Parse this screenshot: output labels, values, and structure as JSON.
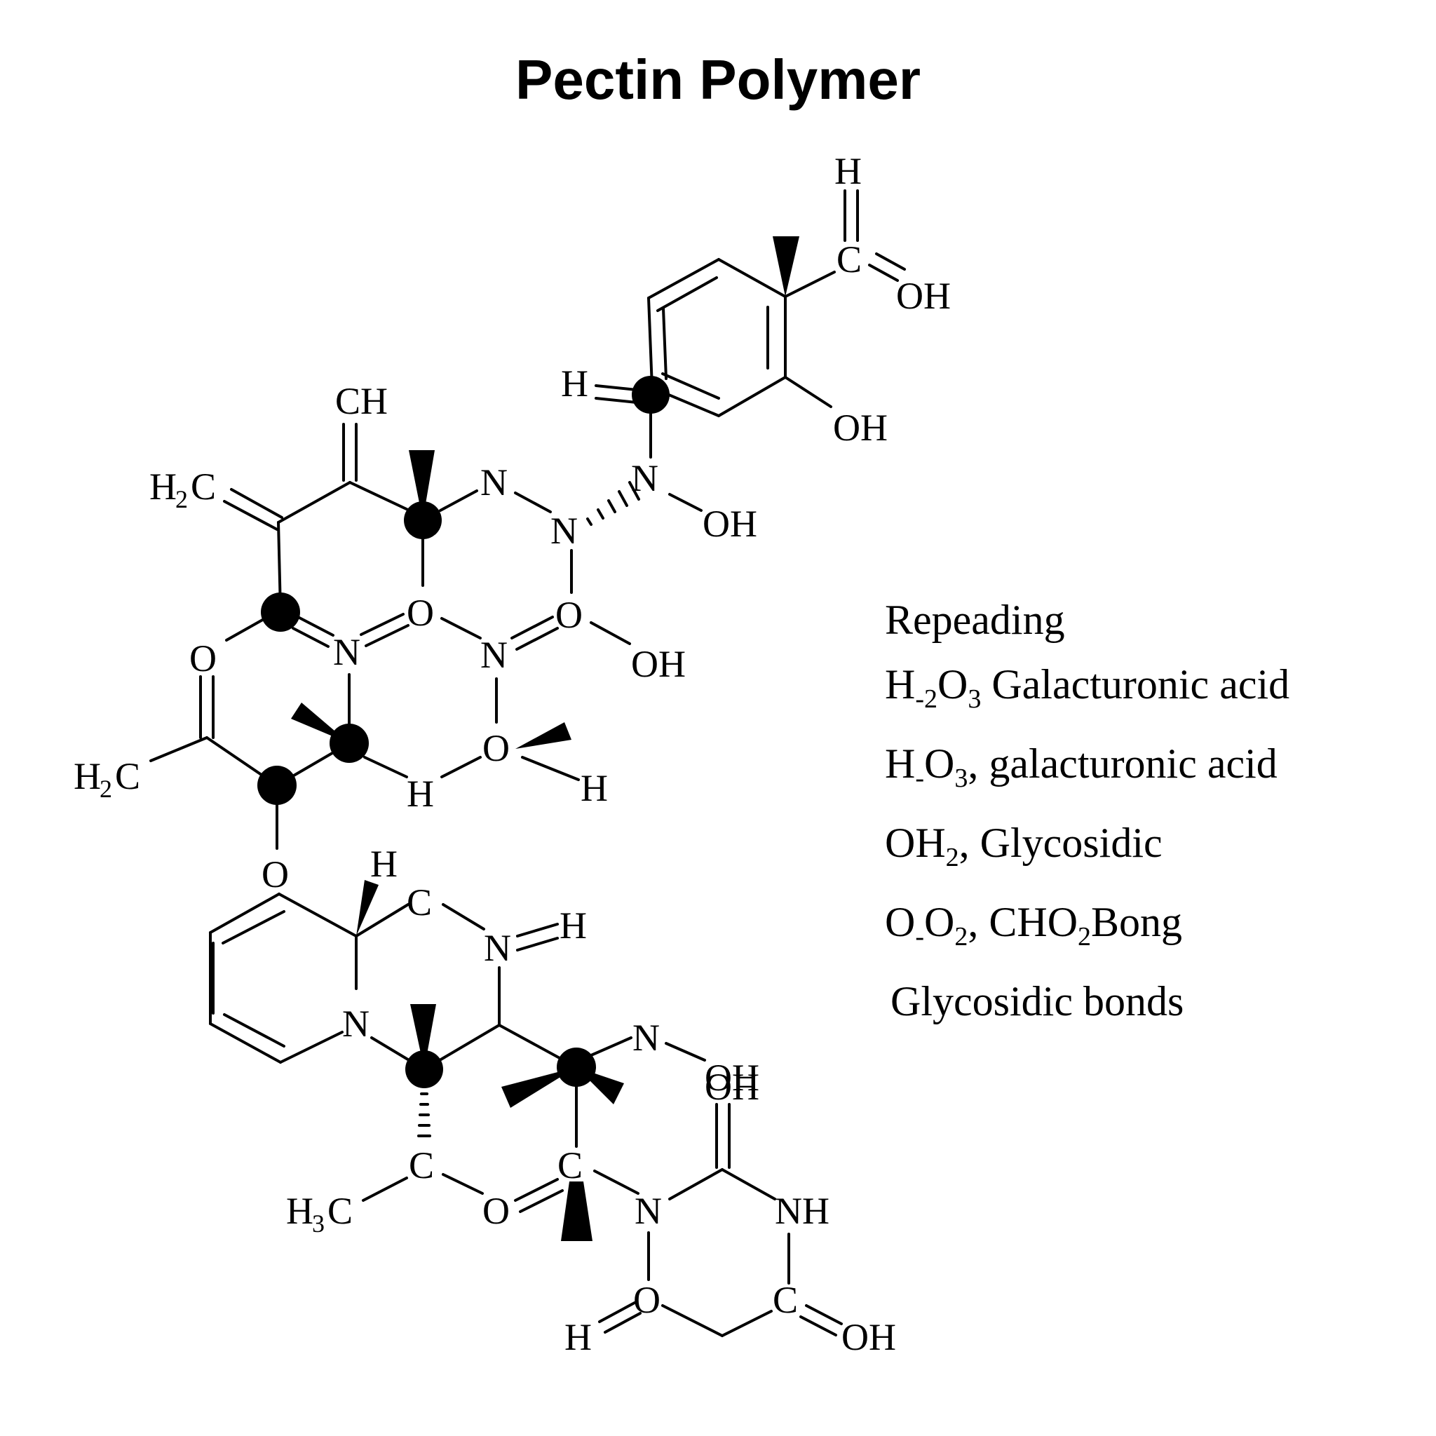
{
  "title": "Pectin Polymer",
  "atom_labels": {
    "a_h_top": "H",
    "a_c_top": "C",
    "a_oh_top": "OH",
    "a_h_ring": "H",
    "a_oh_ring": "OH",
    "a_ch": "CH",
    "a_h2c_upper_h": "H",
    "a_h2c_upper_2": "2",
    "a_h2c_upper_c": "C",
    "a_n1": "N",
    "a_n2": "N",
    "a_n3": "N",
    "a_oh_n3": "OH",
    "a_o_left": "O",
    "a_n_eq": "N",
    "a_o_eq1": "O",
    "a_n_mid": "N",
    "a_o_eq2": "O",
    "a_oh_mid": "OH",
    "a_h2c_lower_h": "H",
    "a_h2c_lower_2": "2",
    "a_h2c_lower_c": "C",
    "a_h_mid": "H",
    "a_o_mid": "O",
    "a_h_right": "H",
    "a_o_link": "O",
    "a_h_low": "H",
    "a_c_low": "C",
    "a_n_h": "N",
    "a_h_nh": "H",
    "a_n_ring": "N",
    "a_n_oh": "N",
    "a_oh_n": "OH",
    "a_c_left": "C",
    "a_h3c_h": "H",
    "a_h3c_3": "3",
    "a_h3c_c": "C",
    "a_o_ester": "O",
    "a_c_mid": "C",
    "a_n_bot": "N",
    "a_oh_carb": "OH",
    "a_nh": "NH",
    "a_o_bot": "O",
    "a_h_bot": "H",
    "a_c_bot": "C",
    "a_oh_bot": "OH"
  },
  "legend": {
    "line1": "Repeading",
    "line2": {
      "a": "H",
      "b": "-2",
      "c": "O",
      "d": "3",
      "e": " Galacturonic acid"
    },
    "line3": {
      "a": "H",
      "b": "-",
      "c": "O",
      "d": "3",
      "e": ", galacturonic acid"
    },
    "line4": {
      "a": "OH",
      "b": "2",
      "c": ", Glycosidic"
    },
    "line5": {
      "a": "O",
      "b": "-",
      "c": "O",
      "d": "2",
      "e": ", CHO",
      "f": "2",
      "g": "Bong"
    },
    "line6": "Glycosidic bonds"
  }
}
